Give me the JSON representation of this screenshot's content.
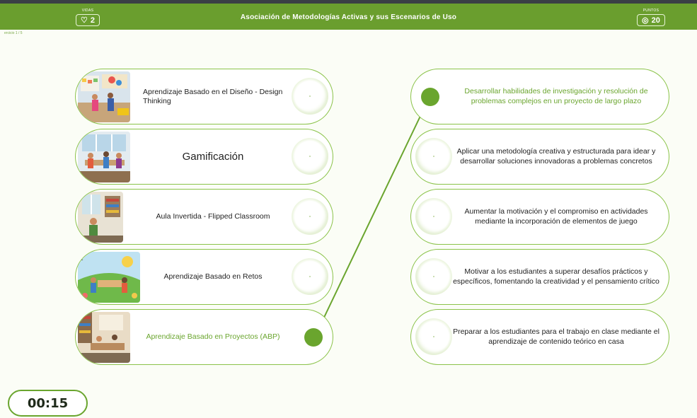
{
  "header": {
    "title": "Asociación de Metodologías Activas y sus Escenarios de Uso",
    "lives_label": "VIDAS",
    "lives_value": "2",
    "points_label": "PUNTOS",
    "points_value": "20",
    "icons": [
      "heart-icon",
      "target-icon"
    ]
  },
  "breadcrumb": "ercicio 1 / 5",
  "left_items": [
    {
      "label": "Aprendizaje Basado en el Diseño - Design Thinking",
      "selected": false
    },
    {
      "label": "Gamificación",
      "selected": false
    },
    {
      "label": "Aula Invertida - Flipped Classroom",
      "selected": false
    },
    {
      "label": "Aprendizaje Basado en Retos",
      "selected": false
    },
    {
      "label": "Aprendizaje Basado en Proyectos (ABP)",
      "selected": true
    }
  ],
  "right_items": [
    {
      "label": "Desarrollar habilidades de investigación y resolución de problemas complejos en un proyecto de largo plazo",
      "selected": true
    },
    {
      "label": "Aplicar una metodología creativa y estructurada para idear y desarrollar soluciones innovadoras a problemas concretos",
      "selected": false
    },
    {
      "label": "Aumentar la motivación y el compromiso en actividades mediante la incorporación de elementos de juego",
      "selected": false
    },
    {
      "label": "Motivar a los estudiantes a superar desafíos prácticos y específicos, fomentando la creatividad y el pensamiento crítico",
      "selected": false
    },
    {
      "label": "Preparar a los estudiantes para el trabajo en clase mediante el aprendizaje de contenido teórico en casa",
      "selected": false
    }
  ],
  "connection": {
    "from_left": "Aprendizaje Basado en Proyectos (ABP)",
    "to_right": "Desarrollar habilidades de investigación y resolución de problemas complejos en un proyecto de largo plazo"
  },
  "timer": "00:15",
  "colors": {
    "accent": "#6aa52e",
    "border": "#8bc34a",
    "bar": "#6a9e2e"
  }
}
